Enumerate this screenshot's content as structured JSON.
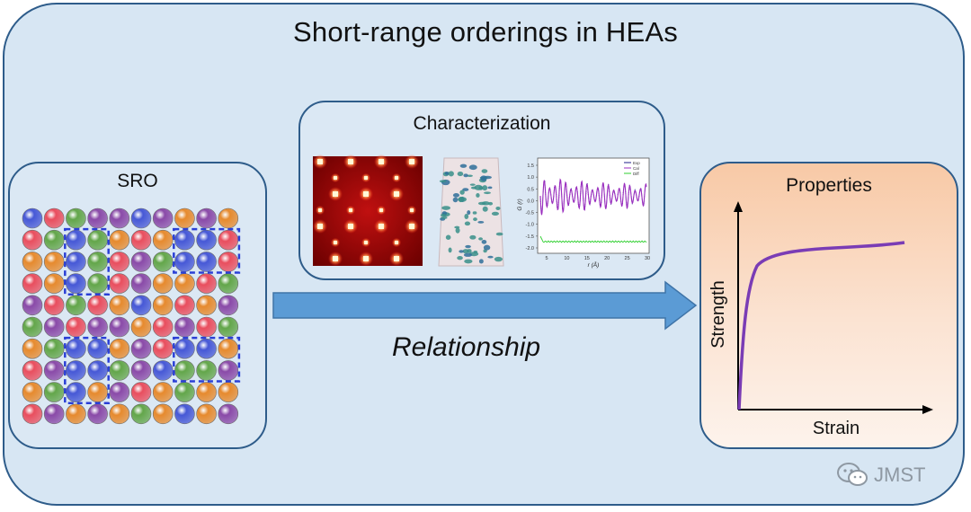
{
  "title": "Short-range orderings in HEAs",
  "sro": {
    "title": "SRO",
    "palette": {
      "red": "#e94e5e",
      "blue": "#4658d6",
      "green": "#63a64a",
      "purple": "#8a4aa8",
      "orange": "#e68a2e"
    },
    "grid": [
      [
        "blue",
        "red",
        "green",
        "purple",
        "purple",
        "blue",
        "purple",
        "orange",
        "purple",
        "orange"
      ],
      [
        "red",
        "green",
        "blue",
        "green",
        "orange",
        "red",
        "orange",
        "blue",
        "blue",
        "red"
      ],
      [
        "orange",
        "orange",
        "blue",
        "green",
        "red",
        "purple",
        "green",
        "blue",
        "blue",
        "red"
      ],
      [
        "red",
        "orange",
        "blue",
        "green",
        "red",
        "purple",
        "orange",
        "orange",
        "red",
        "green"
      ],
      [
        "purple",
        "red",
        "green",
        "red",
        "orange",
        "blue",
        "orange",
        "red",
        "orange",
        "purple"
      ],
      [
        "green",
        "purple",
        "red",
        "purple",
        "purple",
        "orange",
        "red",
        "purple",
        "red",
        "green"
      ],
      [
        "orange",
        "green",
        "blue",
        "blue",
        "orange",
        "purple",
        "red",
        "blue",
        "blue",
        "orange"
      ],
      [
        "red",
        "purple",
        "blue",
        "blue",
        "green",
        "purple",
        "blue",
        "green",
        "green",
        "purple"
      ],
      [
        "orange",
        "green",
        "blue",
        "orange",
        "purple",
        "red",
        "orange",
        "green",
        "orange",
        "orange"
      ],
      [
        "red",
        "purple",
        "orange",
        "purple",
        "orange",
        "green",
        "orange",
        "blue",
        "orange",
        "purple"
      ]
    ],
    "cluster_color": "#2a3fd6"
  },
  "characterization": {
    "title": "Characterization",
    "images": [
      "diffraction-pattern",
      "atom-probe-tomography",
      "pair-distribution-function"
    ],
    "pdf_plot": {
      "y_label": "G (r)",
      "x_label": "r (Å)",
      "x_ticks": [
        "5",
        "10",
        "15",
        "20",
        "25",
        "30"
      ],
      "y_ticks": [
        "1.5",
        "1.0",
        "0.5",
        "0.0",
        "-0.5",
        "-1.0",
        "-1.5",
        "-2.0"
      ],
      "legend": [
        "Exp",
        "Cal",
        "Diff"
      ]
    }
  },
  "relationship_label": "Relationship",
  "properties": {
    "title": "Properties",
    "x_label": "Strain",
    "y_label": "Strength",
    "curve_color": "#7a3cb5"
  },
  "watermark": {
    "icon": "wechat-icon",
    "text": "JMST"
  },
  "arrow_color": "#5b9bd5"
}
